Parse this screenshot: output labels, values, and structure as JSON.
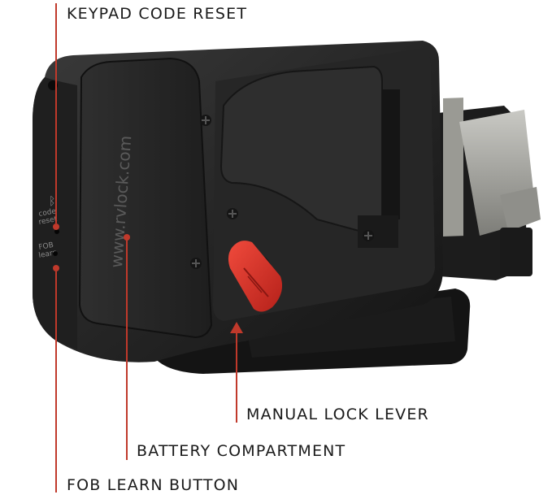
{
  "callouts": {
    "keypad_reset": "KEYPAD CODE RESET",
    "manual_lever": "MANUAL LOCK LEVER",
    "battery": "BATTERY COMPARTMENT",
    "fob_learn": "FOB LEARN BUTTON"
  },
  "device": {
    "brand_url": "www.rvlock.com",
    "button_labels": {
      "code_reset": [
        "code",
        "reset"
      ],
      "fob_learn": [
        "FOB",
        "learn"
      ]
    },
    "bluetooth_icon": "bluetooth-icon"
  },
  "colors": {
    "callout_line": "#c0392b",
    "lever": "#d9302a",
    "lock_body": "#232323",
    "bolt": "#a8a8a3"
  }
}
